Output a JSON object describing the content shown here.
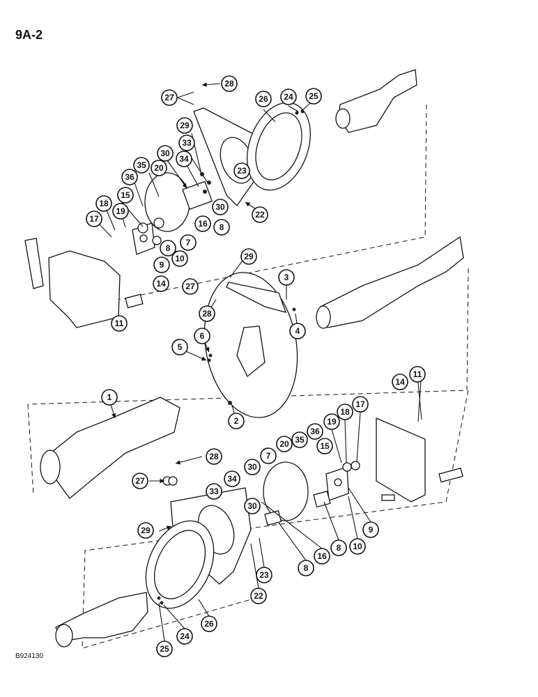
{
  "page": {
    "label": "9A-2",
    "code": "B924130"
  },
  "callouts": {
    "upper": [
      "28",
      "27",
      "26",
      "24",
      "25",
      "29",
      "33",
      "34",
      "30",
      "35",
      "20",
      "36",
      "23",
      "15",
      "30",
      "18",
      "19",
      "8",
      "16",
      "17",
      "7",
      "22",
      "8",
      "10",
      "9",
      "14",
      "11",
      "29",
      "3",
      "27",
      "28",
      "4",
      "6",
      "5"
    ],
    "middle": [
      "1",
      "2"
    ],
    "lower": [
      "14",
      "11",
      "18",
      "17",
      "19",
      "28",
      "20",
      "35",
      "36",
      "15",
      "7",
      "30",
      "27",
      "34",
      "30",
      "33",
      "29",
      "16",
      "8",
      "10",
      "9",
      "23",
      "8",
      "22",
      "26",
      "24",
      "25"
    ]
  },
  "icons": [
    "leader-arrow-icon"
  ]
}
